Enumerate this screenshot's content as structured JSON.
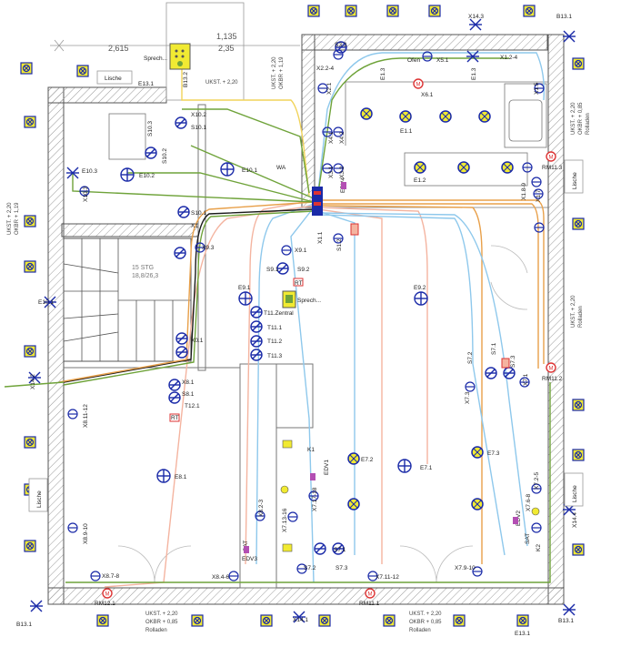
{
  "dimensions": {
    "width_left": "2,615",
    "width_right_top": "1,135",
    "width_right_bottom": "2,35"
  },
  "room_notes": {
    "top_center": "UKST. + 2,20",
    "top_vertical": "UKST. + 2,20",
    "top_vertical_2": "OKBR + 1,19",
    "left_vertical": "UKST. + 2,20",
    "left_vertical_2": "OKBR + 1,19",
    "right_top_vertical": "UKST. + 2,20",
    "right_top_vertical_2": "OKBR + 0,85",
    "right_top_vertical_3": "Rolladen",
    "right_mid_vertical": "UKST. + 2,20",
    "right_mid_vertical_2": "Rolladen",
    "bottom_left": [
      "UKST. + 2,20",
      "OKBR + 0,85",
      "Rolladen"
    ],
    "bottom_right": [
      "UKST. + 2,20",
      "OKBR + 0,85",
      "Rolladen"
    ],
    "wa": "WA",
    "stairs_line1": "15 STG",
    "stairs_line2": "18,8/26,3"
  },
  "fixtures": {
    "lische": "Lische",
    "sprech_top": "Sprech...",
    "sprech_mid": "Sprech...",
    "ofen": "Ofen",
    "rt": "RT"
  },
  "labels": {
    "b13_1_top": "B13.1",
    "b13_1_right": "B13.1",
    "b13_1_bottom_left": "B13.1",
    "b13_1_bottom_right": "B13.1",
    "b13_2": "B13.2",
    "e13_1_left": "E13.1",
    "e13_1_bottom": "E13.1",
    "x14_3": "X14.3",
    "x14_1": "X14.1",
    "x14_2": "X14.2",
    "x14_4": "X14.4",
    "x10_2": "X10.2",
    "s10_1": "S10.1",
    "s10_3": "S10.3",
    "s10_2": "S10.2",
    "e10_3": "E10.3",
    "e10_2": "E10.2",
    "x10_3": "X10.3",
    "e10_1": "E10.1",
    "s10_1b": "S10.1",
    "x10_1": "X1",
    "s3_3": "S3.3",
    "x2_2_4": "X2.2-4",
    "x2_1": "X2.1",
    "e1_3": "E1.3",
    "x5_1": "X5.1",
    "x6_1": "X6.1",
    "x1_2_4": "X1.2-4",
    "e1_3b": "E1.3",
    "x1_5": "X1.5",
    "e1_1": "E1.1",
    "e1_2": "E1.2",
    "x4_1": "X4.1",
    "x4_2": "X4.2",
    "x3_1": "X3.1",
    "x3_2": "X3.2",
    "edv4": "EDV4",
    "rm11_3": "RM11.3",
    "x1_8_9": "X1.8-9",
    "x1_7": "X1.7",
    "x9_3": "X9.3",
    "x9_1": "X9.1",
    "s9_1": "S9.1",
    "s9_2": "S9.2",
    "x1_1": "X1.1",
    "s1_2": "S1.2",
    "e9_1": "E9.1",
    "e9_2": "E9.2",
    "e10_1b": "E10.1",
    "e11_zentral": "T11.Zentral",
    "t11_1": "T11.1",
    "t11_2": "T11.2",
    "t11_3": "T11.3",
    "x0_1": "X0.1",
    "x8_1": "X8.1",
    "s8_1": "S8.1",
    "t12_1": "T12.1",
    "x8_11_12": "X8.11-12",
    "e8_1": "E8.1",
    "x8_9_10": "X8.9-10",
    "x8_7_8": "X8.7-8",
    "rm12_1": "RM12.1",
    "x8_4_6": "X8.4-6",
    "x8_2_3": "X8.2-3",
    "edv3": "EDV3",
    "sat_left": "SAT",
    "k1": "K1",
    "edv1": "EDV1",
    "x7_17_18": "X7.17-18",
    "x7_13_16": "X7.13-16",
    "e7_2": "E7.2",
    "e7_1": "E7.1",
    "s7_2": "S7.2",
    "s7_1": "S7.1",
    "s7_3": "S7.3",
    "x7_3": "X7.3",
    "e7_3": "E7.3",
    "x7_1": "X7.1",
    "x7_2_5": "X7.2-5",
    "x7_6_8": "X7.6-8",
    "edv2": "EDV2",
    "sat_right": "SAT",
    "k2": "K2",
    "s7_2b": "S7.2",
    "s7_3b": "S7.3",
    "x7_11_12": "X7.11-12",
    "x7_9_10": "X7.9-10",
    "rm11_1": "RM11.1",
    "rm11_2": "RM11.2",
    "x10_1_wall": "E10.1"
  },
  "legend_colors": {
    "power": "#e8a04a",
    "light": "#f4b4a0",
    "data": "#8ec8ec",
    "ground": "#6fa33a",
    "wall_hatch": "#888888",
    "symbol_blue": "#1a2aa8",
    "symbol_yellow": "#f1ea32"
  }
}
